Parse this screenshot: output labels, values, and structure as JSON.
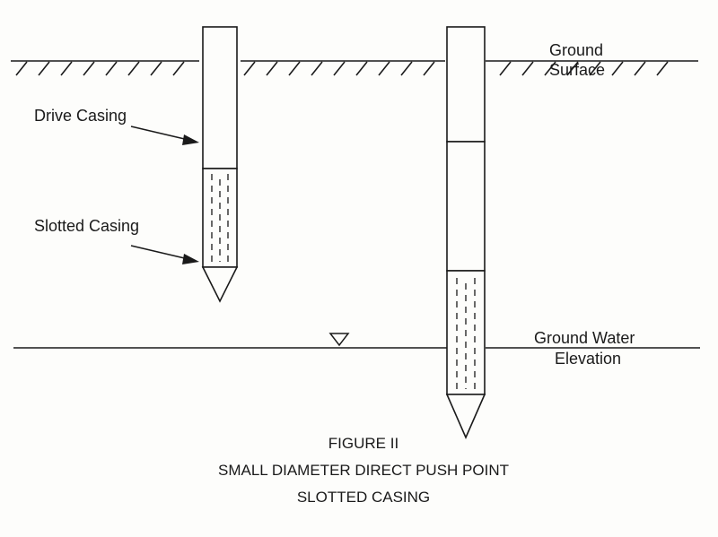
{
  "labels": {
    "ground_surface_line1": "Ground",
    "ground_surface_line2": "Surface",
    "drive_casing": "Drive Casing",
    "slotted_casing": "Slotted Casing",
    "ground_water_line1": "Ground Water",
    "ground_water_line2": "Elevation"
  },
  "caption": {
    "line1": "FIGURE II",
    "line2": "SMALL DIAMETER DIRECT PUSH POINT",
    "line3": "SLOTTED CASING"
  },
  "icons": {
    "water_table_marker": "inverted-triangle-icon"
  }
}
